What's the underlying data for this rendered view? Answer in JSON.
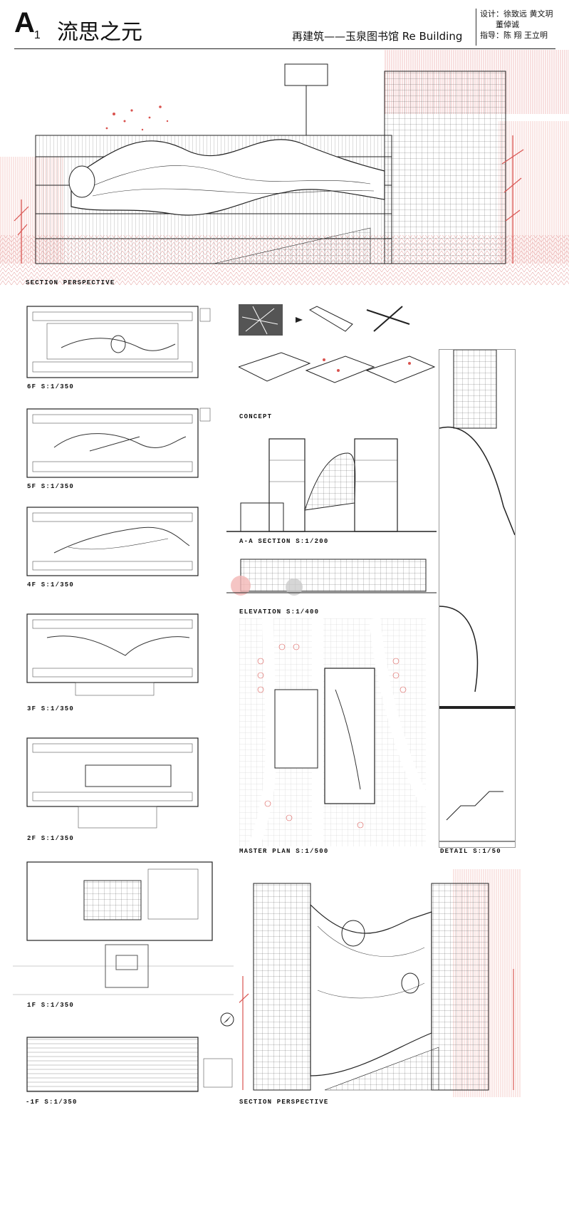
{
  "header": {
    "letter": "A",
    "index": "1",
    "title": "流思之元",
    "subtitle": "再建筑——玉泉图书馆 Re Building",
    "design_label": "设计：",
    "design_names": "徐致远  黄文玥",
    "design_names2": "董倬诚",
    "advisor_label": "指导：",
    "advisor_names": "陈  翔  王立明"
  },
  "captions": {
    "section_top": "SECTION PERSPECTIVE",
    "f6": "6F S:1/350",
    "f5": "5F S:1/350",
    "f4": "4F S:1/350",
    "f3": "3F S:1/350",
    "f2": "2F S:1/350",
    "f1": "1F S:1/350",
    "fb1": "-1F S:1/350",
    "concept": "CONCEPT",
    "aa_section": "A-A SECTION S:1/200",
    "elevation": "ELEVATION S:1/400",
    "master_plan": "MASTER PLAN S:1/500",
    "detail": "DETAIL S:1/50",
    "section_bottom": "SECTION PERSPECTIVE"
  },
  "colors": {
    "accent_red": "#d9534f",
    "line": "#222222",
    "hatch": "#cccccc"
  }
}
